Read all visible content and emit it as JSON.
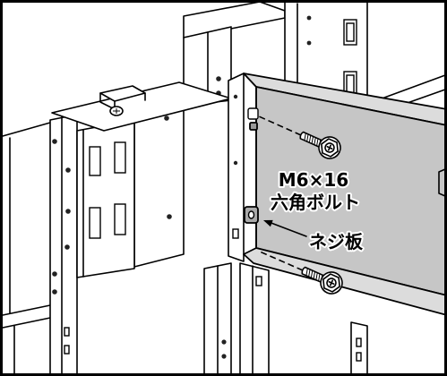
{
  "diagram": {
    "labels": {
      "bolt_size": "M6×16",
      "bolt_type": "六角ボルト",
      "screw_plate": "ネジ板"
    },
    "colors": {
      "rail_web": "#c6c6c6",
      "rail_flange": "#dcdcdc",
      "screw_plate": "#a9a9a9",
      "nut": "#999999",
      "line": "#000000",
      "background": "#ffffff"
    }
  }
}
